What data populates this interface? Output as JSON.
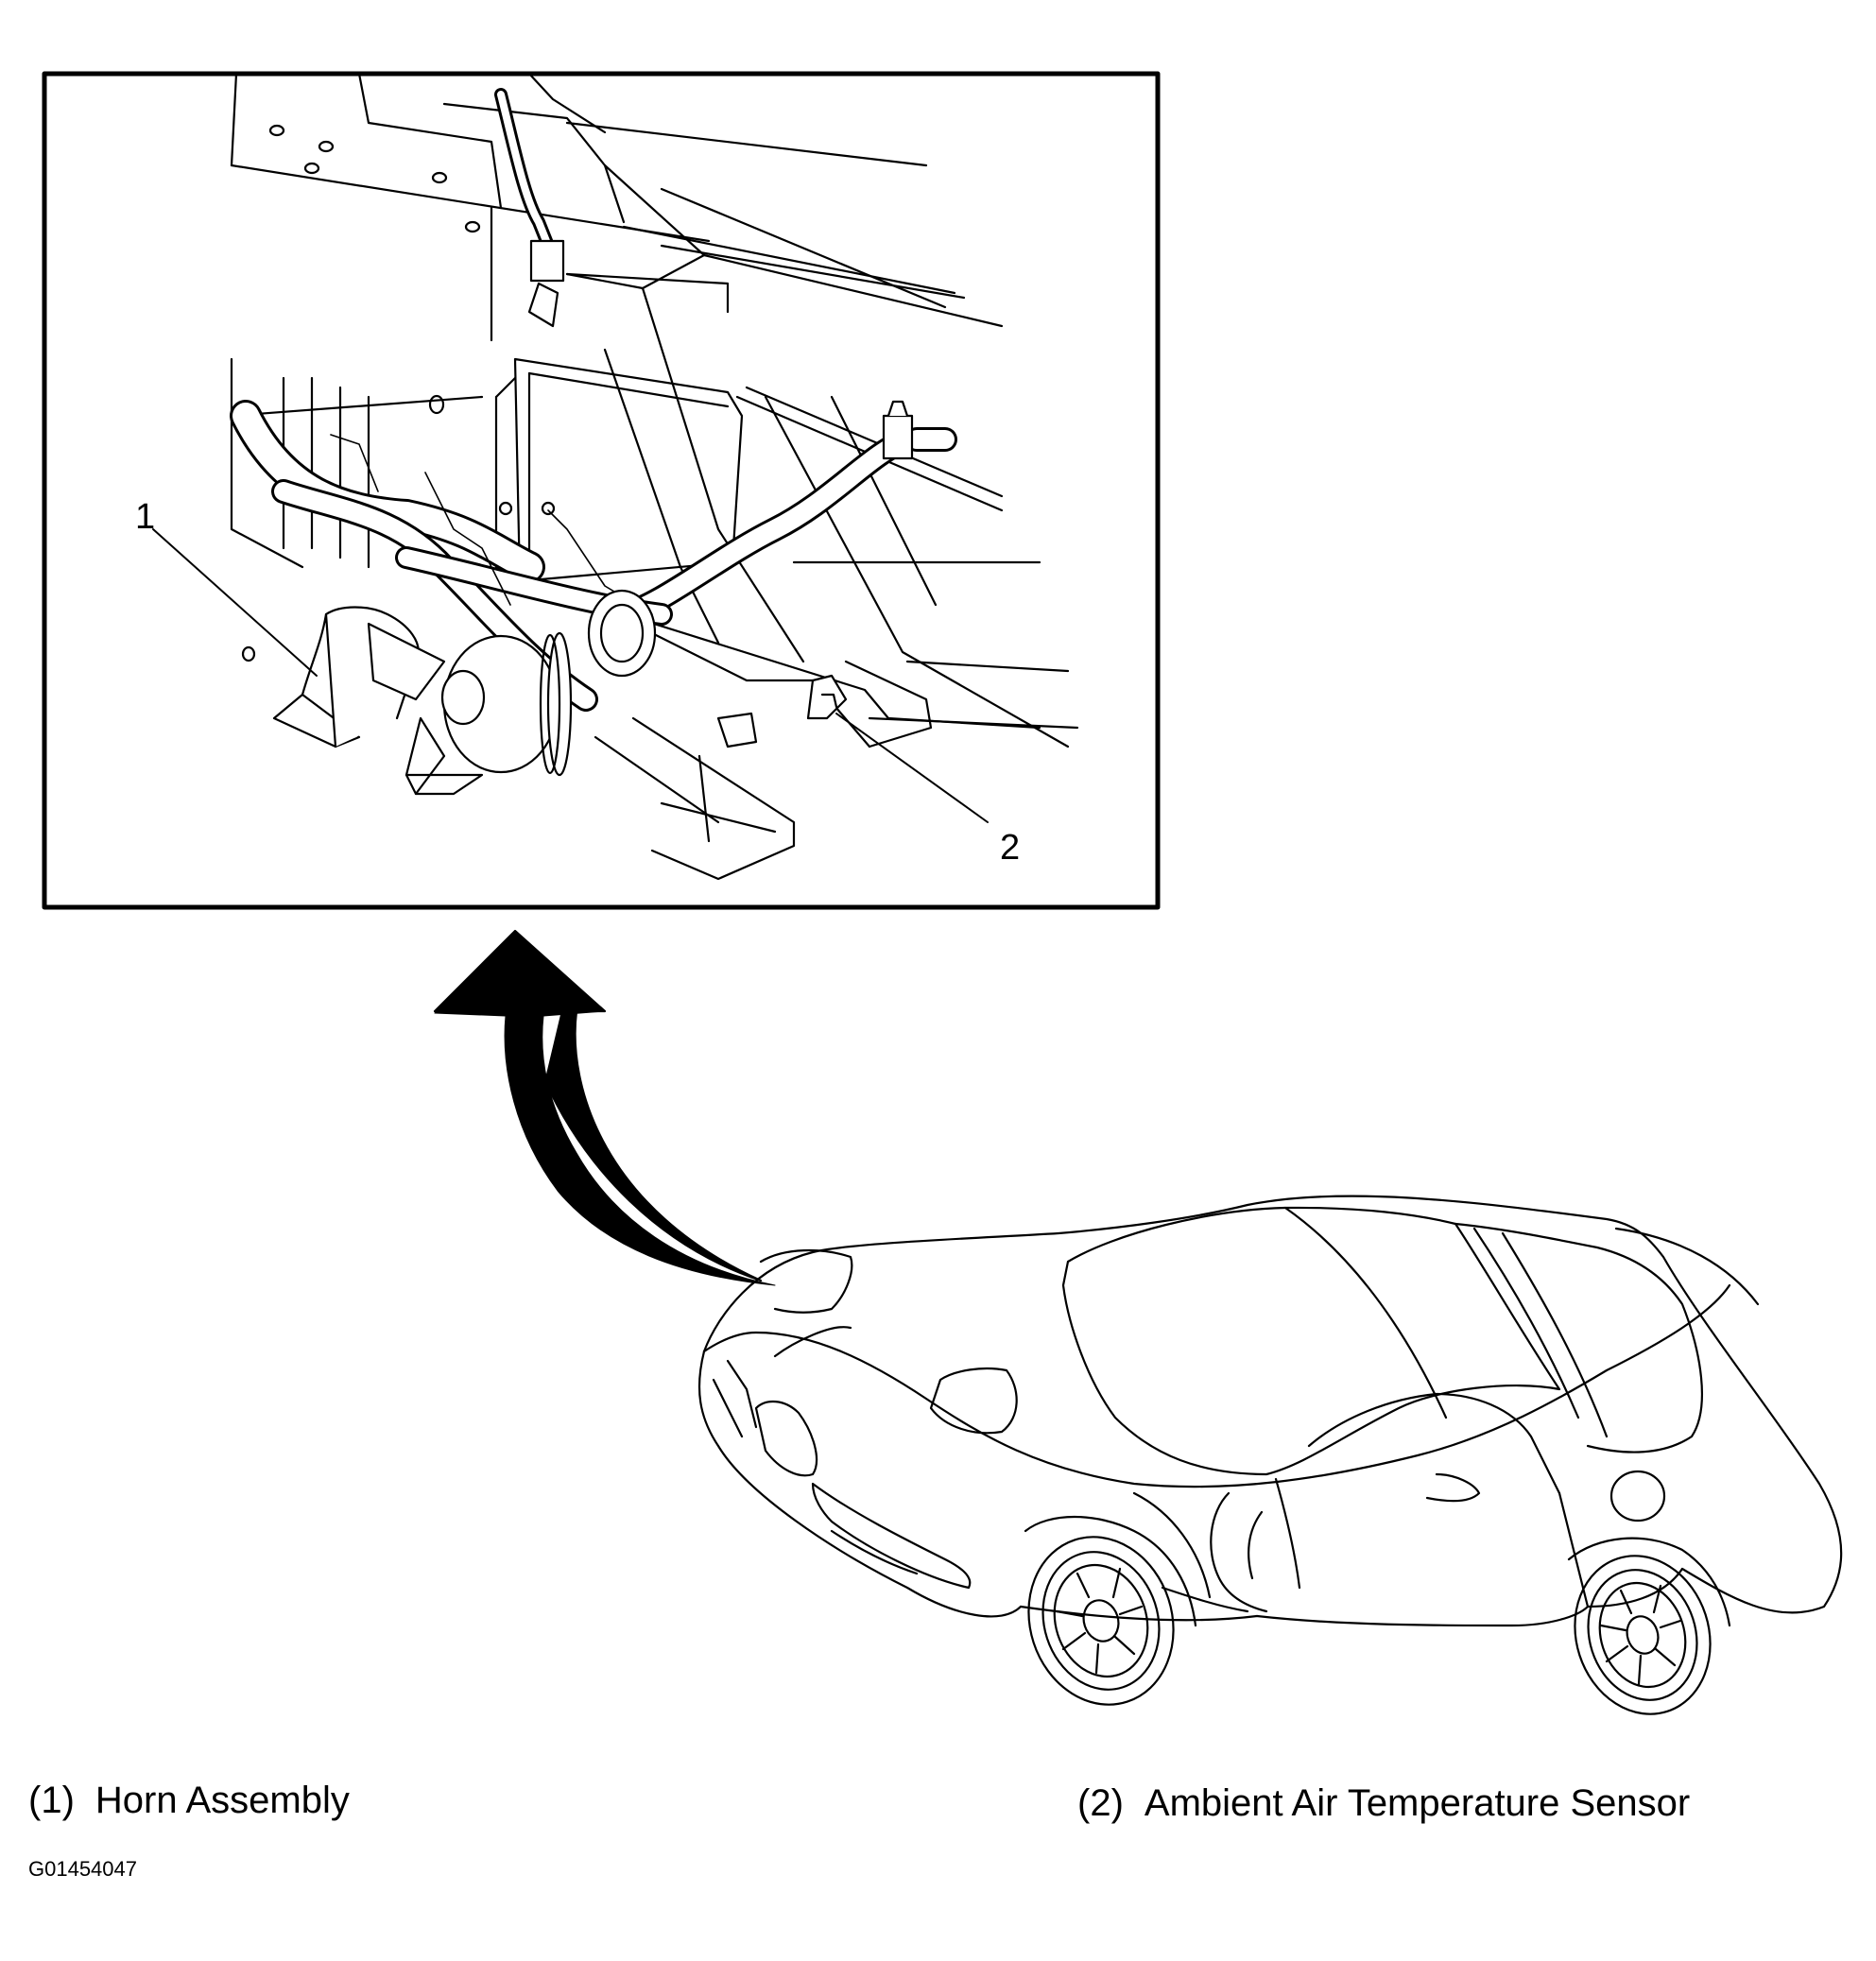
{
  "callouts": [
    {
      "number": "1"
    },
    {
      "number": "2"
    }
  ],
  "legend": [
    {
      "number": "(1)",
      "label": "Horn Assembly"
    },
    {
      "number": "(2)",
      "label": "Ambient Air Temperature Sensor"
    }
  ],
  "figure_code": "G01454047"
}
